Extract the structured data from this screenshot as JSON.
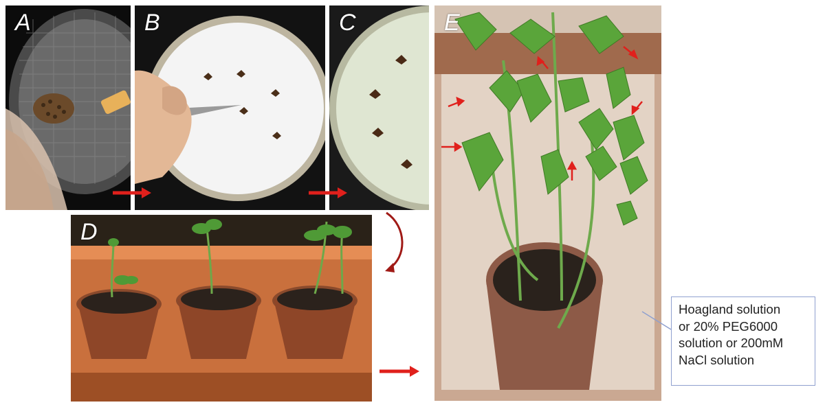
{
  "panels": [
    {
      "id": "A",
      "label": "A"
    },
    {
      "id": "B",
      "label": "B"
    },
    {
      "id": "C",
      "label": "C"
    },
    {
      "id": "D",
      "label": "D"
    },
    {
      "id": "E",
      "label": "E"
    }
  ],
  "note": {
    "lines": [
      "Hoagland solution",
      "or 20% PEG6000",
      "solution or 200mM",
      "NaCl solution"
    ]
  },
  "colors": {
    "arrow": "#e0201c",
    "border": "#8fa0cf"
  }
}
